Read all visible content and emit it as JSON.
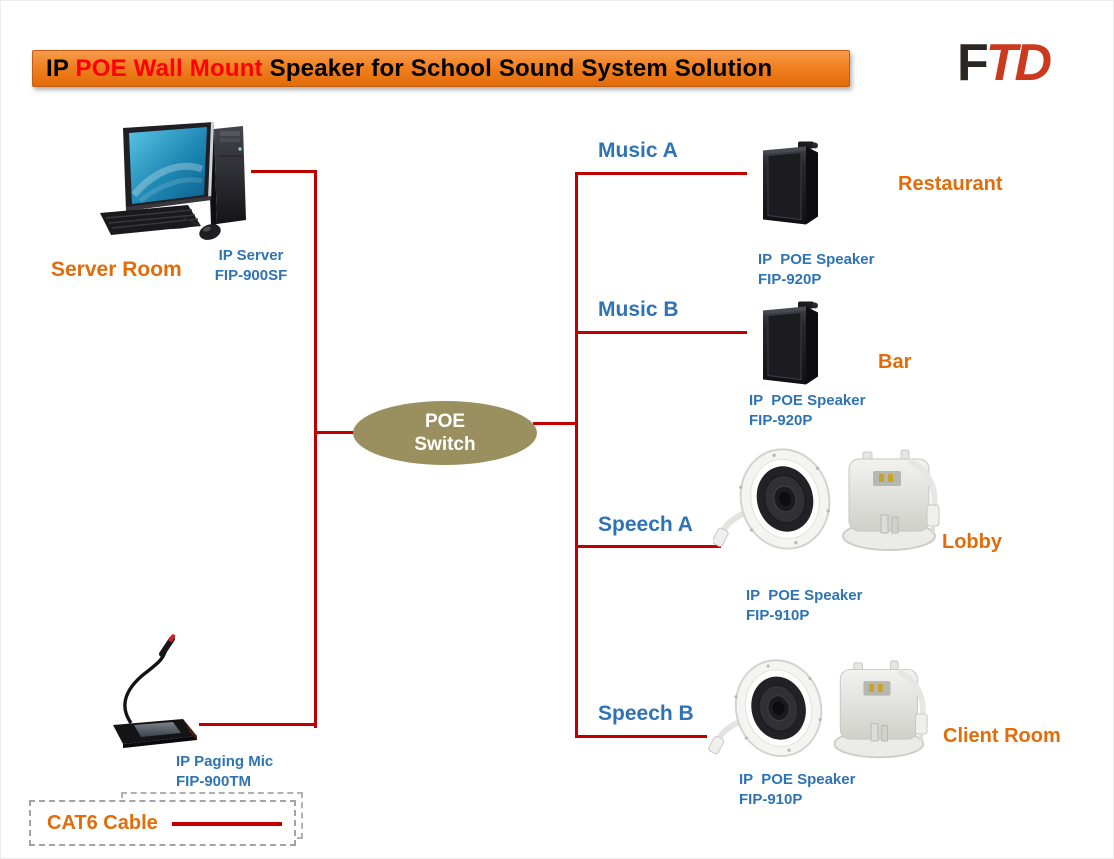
{
  "title": {
    "part1": "IP ",
    "part2": "POE Wall Mount",
    "part3": " Speaker for School Sound System Solution"
  },
  "logo": {
    "f": "F",
    "td": "TD"
  },
  "server": {
    "room": "Server Room",
    "device": "IP Server",
    "model": "FIP-900SF"
  },
  "switch": {
    "line1": "POE",
    "line2": "Switch"
  },
  "mic": {
    "device": "IP Paging Mic",
    "model": "FIP-900TM"
  },
  "zones": [
    {
      "channel": "Music A",
      "location": "Restaurant",
      "device": "IP  POE Speaker",
      "model": "FIP-920P",
      "speaker_type": "wall-mount"
    },
    {
      "channel": "Music B",
      "location": "Bar",
      "device": "IP  POE Speaker",
      "model": "FIP-920P",
      "speaker_type": "wall-mount"
    },
    {
      "channel": "Speech A",
      "location": "Lobby",
      "device": "IP  POE Speaker",
      "model": "FIP-910P",
      "speaker_type": "ceiling"
    },
    {
      "channel": "Speech B",
      "location": "Client Room",
      "device": "IP  POE Speaker",
      "model": "FIP-910P",
      "speaker_type": "ceiling"
    }
  ],
  "legend": {
    "label": "CAT6 Cable"
  },
  "colors": {
    "cable_red": "#C00000",
    "label_blue": "#2E74B5",
    "label_orange": "#E36C0A",
    "switch_fill": "#9A8F5E",
    "title_highlight": "#FF0000",
    "logo_dark": "#2D2723",
    "logo_red": "#CB3A1E"
  }
}
